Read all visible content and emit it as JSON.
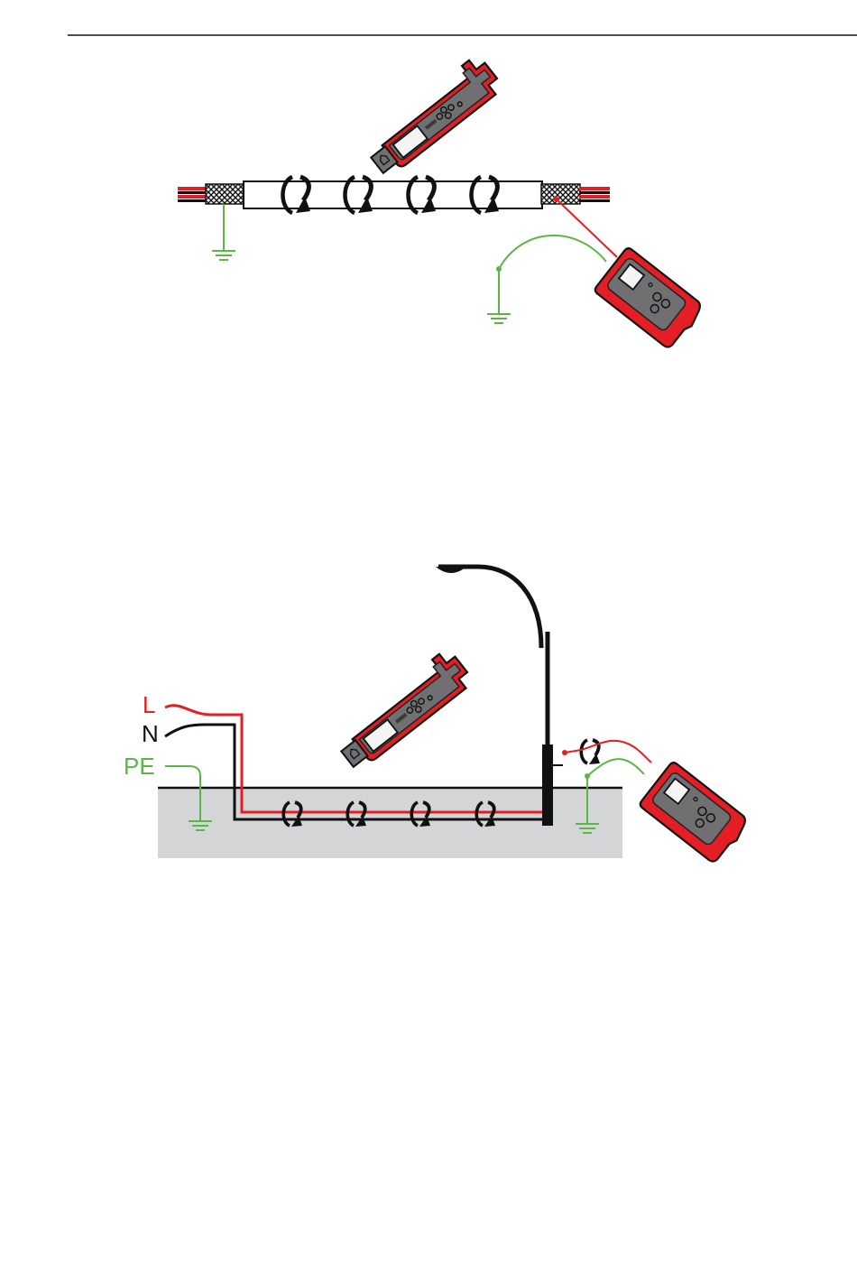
{
  "colors": {
    "red": "#e31e24",
    "green": "#5db546",
    "black": "#111111",
    "ground_fill": "#d4d5d7",
    "device_gray": "#707072",
    "device_dark": "#3b3b3d",
    "screen": "#f4f4f4"
  },
  "icons": {
    "clamp_receiver": "clamp-receiver-icon",
    "transmitter": "transmitter-icon",
    "ground": "ground-symbol-icon",
    "current_arrow": "current-flow-arrow-icon",
    "street_lamp": "street-lamp-icon"
  },
  "diagram2": {
    "labels": {
      "L": "L",
      "N": "N",
      "PE": "PE"
    }
  }
}
